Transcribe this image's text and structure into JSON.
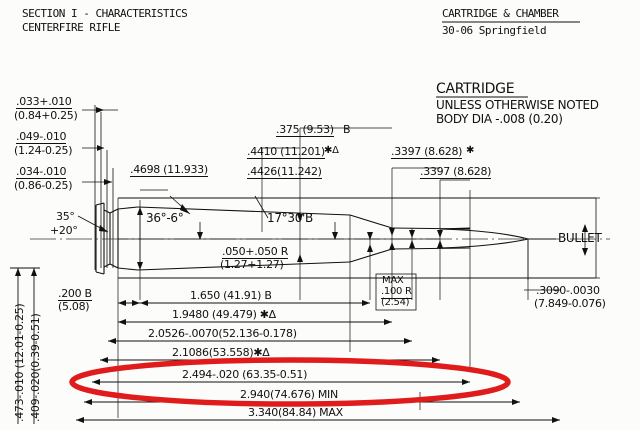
{
  "header": {
    "section_title": "SECTION I - CHARACTERISTICS",
    "section_subtitle": "CENTERFIRE RIFLE",
    "drawing_title": "CARTRIDGE & CHAMBER",
    "cartridge_name": "30-06 Springfield"
  },
  "notes": {
    "title": "CARTRIDGE",
    "line1": "UNLESS OTHERWISE NOTED",
    "line2": "BODY DIA -.008 (0.20)"
  },
  "labels": {
    "bullet": "BULLET"
  },
  "left_dims": [
    {
      "inch": ".033+.010",
      "mm": "(0.84+0.25)"
    },
    {
      "inch": ".049-.010",
      "mm": "(1.24-0.25)"
    },
    {
      "inch": ".034-.010",
      "mm": "(0.86-0.25)"
    }
  ],
  "rotated_dims": [
    ".473-.010 (12.01-0.25)",
    ".409-.020(0.39-0.51)"
  ],
  "diameter_dims": [
    {
      "text": ".4698 (11.933)"
    },
    {
      "text": ".4410 (11.201)",
      "flags": "✱Δ"
    },
    {
      "text": ".4426(11.242)"
    },
    {
      "text": ".375 (9.53)",
      "flags": "B"
    },
    {
      "text": ".3397 (8.628)",
      "flags": "✱"
    },
    {
      "text": ".3397 (8.628)"
    },
    {
      "text": ".3090-.0030",
      "mm": "(7.849-0.076)"
    }
  ],
  "angles": [
    {
      "line1": "35°",
      "line2": "+20°"
    },
    {
      "line1": "36°-6°"
    },
    {
      "line1": "17°30'B"
    }
  ],
  "radii": [
    {
      "line1": ".050+.050 R",
      "line2": "(1.27+1.27)"
    },
    {
      "line1": "MAX",
      "line2": ".100 R",
      "line3": "(2.54)"
    }
  ],
  "length_dims": [
    {
      "inch": ".200 B",
      "mm": "(5.08)"
    },
    {
      "text": "1.650 (41.91) B"
    },
    {
      "text": "1.9480 (49.479) ✱Δ"
    },
    {
      "text": "2.0526-.0070(52.136-0.178)"
    },
    {
      "text": "2.1086(53.558)✱Δ"
    },
    {
      "text": "2.494-.020 (63.35-0.51)",
      "highlighted": true
    },
    {
      "text": "2.940(74.676) MIN"
    },
    {
      "text": "3.340(84.84) MAX"
    }
  ],
  "annotation": {
    "shape": "ellipse",
    "color": "#e01b1b",
    "target": "2.494-.020 (63.35-0.51)"
  }
}
